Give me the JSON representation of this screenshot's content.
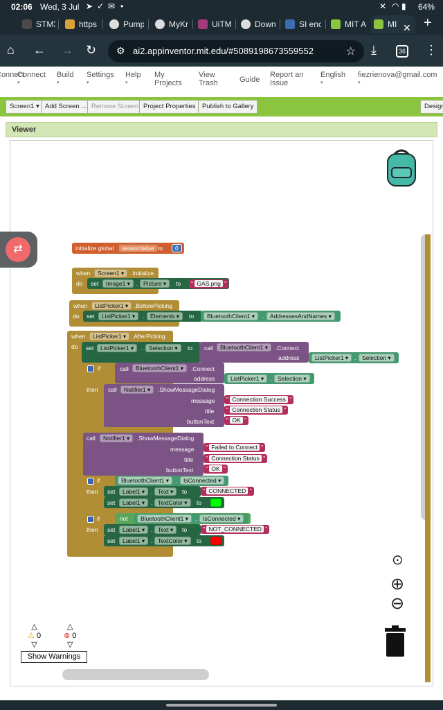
{
  "status_bar": {
    "time": "02:06",
    "date": "Wed, 3 Jul",
    "battery": "64%"
  },
  "tabs": [
    {
      "label": "STM3",
      "color": "#4a4a4a"
    },
    {
      "label": "https",
      "color": "#d9a23a"
    },
    {
      "label": "Pump",
      "color": "#dddddd"
    },
    {
      "label": "MyKr",
      "color": "#dddddd"
    },
    {
      "label": "UiTM",
      "color": "#a33b7a"
    },
    {
      "label": "Down",
      "color": "#dddddd"
    },
    {
      "label": "SI enc",
      "color": "#3b6db3"
    },
    {
      "label": "MIT A",
      "color": "#8bc53f"
    },
    {
      "label": "MI",
      "color": "#8bc53f"
    }
  ],
  "url": "ai2.appinventor.mit.edu/#5089198673559552",
  "tab_count": "36",
  "menu": {
    "items": [
      "Connect",
      "Build",
      "Settings",
      "Help"
    ],
    "my_projects": [
      "My",
      "Projects"
    ],
    "view_trash": [
      "View",
      "Trash"
    ],
    "guide": "Guide",
    "report": [
      "Report an",
      "Issue"
    ],
    "english": "English",
    "email": "fiezrienova@gmail.com"
  },
  "toolbar": {
    "screen": "Screen1 ▾",
    "add_screen": "Add Screen ...",
    "remove_screen": "Remove Screen",
    "project_properties": "Project Properties",
    "publish": "Publish to Gallery",
    "designer": "Designe"
  },
  "viewer_title": "Viewer",
  "blocks": {
    "init_global": "initialize global",
    "var_name": "sensorValue",
    "to": "to",
    "zero": "0",
    "when": "when",
    "do": "do",
    "set": "set",
    "call": "call",
    "if": "if",
    "then": "then",
    "not": "not",
    "screen1": "Screen1 ▾",
    "initialize": ".Initialize",
    "image1": "Image1 ▾",
    "picture": "Picture ▾",
    "gas_png": "GAS.png",
    "listpicker1": "ListPicker1 ▾",
    "before_picking": ".BeforePicking",
    "elements": "Elements ▾",
    "bluetooth": "BluetoothClient1 ▾",
    "addresses": "AddressesAndNames ▾",
    "after_picking": ".AfterPicking",
    "selection": "Selection ▾",
    "dot": ".",
    "connect": ".Connect",
    "address": "address",
    "notifier1": "Notifier1 ▾",
    "show_dialog": ".ShowMessageDialog",
    "message": "message",
    "title": "title",
    "button_text": "buttonText",
    "connection_success": "Connection Success",
    "connection_status": "Connection Status",
    "ok": "OK",
    "failed": "Failed to Connect",
    "is_connected": "IsConnected ▾",
    "label1": "Label1 ▾",
    "text": "Text ▾",
    "text_color": "TextColor ▾",
    "connected": "CONNECTED",
    "not_connected": "NOT_CONNECTED"
  },
  "warnings": {
    "warn_count": "0",
    "error_count": "0",
    "button": "Show Warnings"
  },
  "colors": {
    "event": "#b18e35",
    "component_set": "#266643",
    "component_get": "#439970",
    "method": "#7c5385",
    "text": "#b32d5e",
    "control": "#b18e35",
    "variable": "#d05f2d",
    "math": "#3f71b5",
    "green_swatch": "#00ff00",
    "red_swatch": "#ff0000"
  }
}
